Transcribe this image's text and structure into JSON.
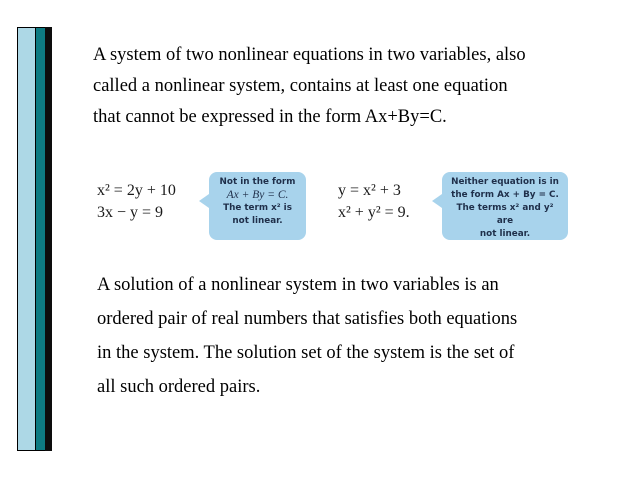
{
  "paragraph1": [
    "A system of two nonlinear equations in two variables,  also",
    "called a nonlinear system, contains at least one equation",
    "that cannot be expressed in the form Ax+By=C."
  ],
  "example1": {
    "equations": [
      "x² = 2y + 10",
      "3x − y = 9"
    ],
    "callout": [
      "Not in the form",
      "Ax + By = C.",
      "The term x² is",
      "not linear."
    ]
  },
  "example2": {
    "equations": [
      "y = x² + 3",
      "x² + y² = 9."
    ],
    "callout": [
      "Neither equation is in",
      "the form Ax + By = C.",
      "The terms x² and y² are",
      "not linear."
    ]
  },
  "paragraph2": [
    "A solution of a nonlinear system in two variables is an",
    "ordered pair of real numbers that satisfies both equations",
    "in the system.  The solution set of the system is the set of",
    "all such ordered pairs."
  ]
}
